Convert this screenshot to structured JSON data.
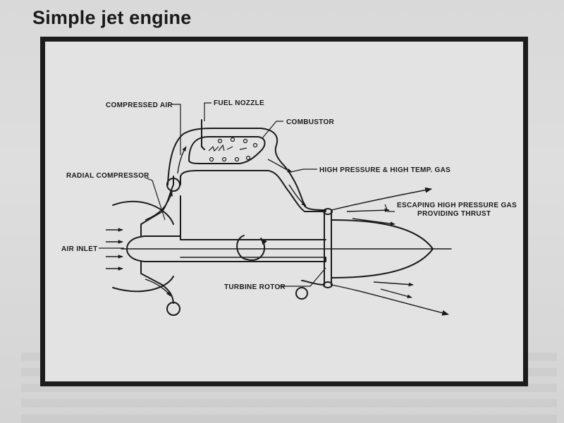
{
  "title": "Simple jet engine",
  "labels": {
    "compressed_air": "COMPRESSED AIR",
    "fuel_nozzle": "FUEL NOZZLE",
    "combustor": "COMBUSTOR",
    "radial_compressor": "RADIAL COMPRESSOR",
    "high_pressure_gas": "HIGH PRESSURE & HIGH TEMP. GAS",
    "escaping_gas_line1": "ESCAPING HIGH PRESSURE GAS",
    "escaping_gas_line2": "PROVIDING THRUST",
    "air_inlet": "AIR INLET",
    "turbine_rotor": "TURBINE ROTOR"
  },
  "colors": {
    "ink": "#1a1a1a",
    "paper": "#e3e3e3",
    "frame": "#1c1c1c"
  }
}
